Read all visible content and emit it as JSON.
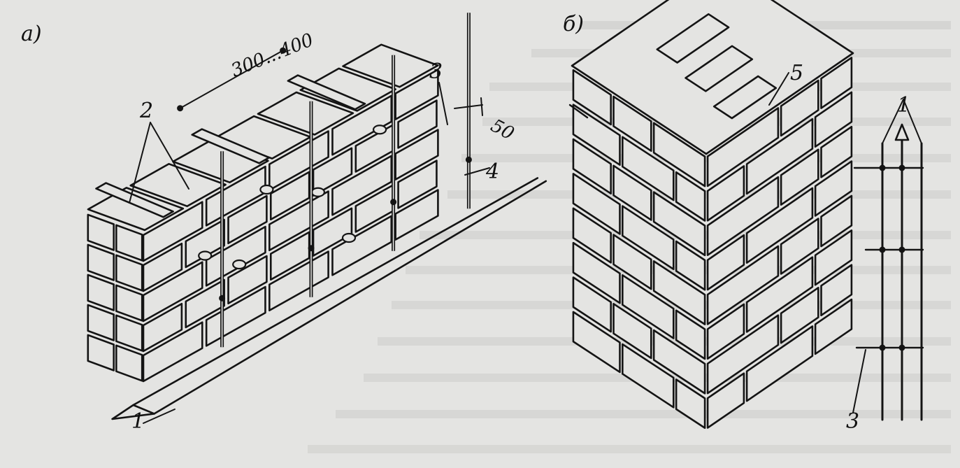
{
  "panels": {
    "a": {
      "label": "а)",
      "dimension_width": "300...400",
      "dimension_gap": "50",
      "callouts": [
        "1",
        "2",
        "3",
        "4"
      ]
    },
    "b": {
      "label": "б)",
      "callouts": [
        "1",
        "3",
        "5"
      ]
    }
  },
  "colors": {
    "ink": "#141414",
    "paper": "#e4e4e2",
    "ghost_text": "#b8b8b6"
  }
}
